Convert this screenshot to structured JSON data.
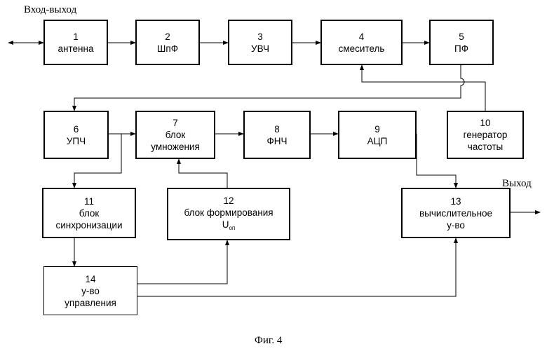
{
  "labels": {
    "io": "Вход-выход",
    "out": "Выход",
    "caption": "Фиг. 4"
  },
  "blocks": {
    "b1": {
      "num": "1",
      "l1": "антенна"
    },
    "b2": {
      "num": "2",
      "l1": "ШпФ"
    },
    "b3": {
      "num": "3",
      "l1": "УВЧ"
    },
    "b4": {
      "num": "4",
      "l1": "смеситель"
    },
    "b5": {
      "num": "5",
      "l1": "ПФ"
    },
    "b6": {
      "num": "6",
      "l1": "УПЧ"
    },
    "b7": {
      "num": "7",
      "l1": "блок",
      "l2": "умножения"
    },
    "b8": {
      "num": "8",
      "l1": "ФНЧ"
    },
    "b9": {
      "num": "9",
      "l1": "АЦП"
    },
    "b10": {
      "num": "10",
      "l1": "генератор",
      "l2": "частоты"
    },
    "b11": {
      "num": "11",
      "l1": "блок",
      "l2": "синхронизации"
    },
    "b12": {
      "num": "12",
      "l1": "блок формирования",
      "l2": "U",
      "l2_sub": "оп"
    },
    "b13": {
      "num": "13",
      "l1": "вычислительное",
      "l2": "у-во"
    },
    "b14": {
      "num": "14",
      "l1": "у-во",
      "l2": "управления"
    }
  }
}
